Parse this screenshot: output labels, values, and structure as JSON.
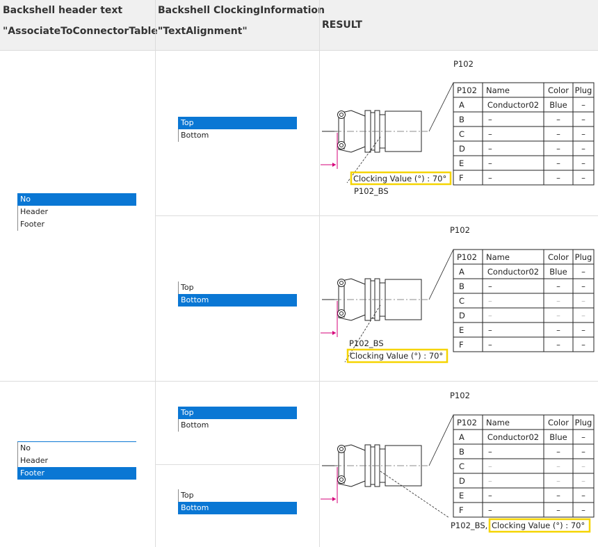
{
  "header": {
    "col1_line1": "Backshell header text",
    "col1_line2": "\"AssociateToConnectorTable\"",
    "col2_line1": "Backshell ClockingInformation",
    "col2_line2": "\"TextAlignment\"",
    "col3": "RESULT"
  },
  "header_options": [
    "No",
    "Header",
    "Footer"
  ],
  "alignment_options": [
    "Top",
    "Bottom"
  ],
  "connector_label": "P102",
  "backshell_label": "P102_BS",
  "backshell_label_footer": "P102_BS,",
  "clocking_text": "Clocking Value (°) : 70°",
  "highlight_color": "#f5d400",
  "selection_color": "#0a77d4",
  "table": {
    "headers": [
      "P102",
      "Name",
      "Color",
      "Plug"
    ],
    "rows": [
      [
        "A",
        "Conductor02",
        "Blue",
        "–"
      ],
      [
        "B",
        "–",
        "–",
        "–"
      ],
      [
        "C",
        "–",
        "–",
        "–"
      ],
      [
        "D",
        "–",
        "–",
        "–"
      ],
      [
        "E",
        "–",
        "–",
        "–"
      ],
      [
        "F",
        "–",
        "–",
        "–"
      ]
    ]
  },
  "rows": [
    {
      "header_selected": "No",
      "alignment_selected": "Top"
    },
    {
      "header_selected": "No",
      "alignment_selected": "Bottom"
    },
    {
      "header_selected": "Footer",
      "alignment_selected": "Top"
    },
    {
      "header_selected": "Footer",
      "alignment_selected": "Bottom"
    }
  ]
}
